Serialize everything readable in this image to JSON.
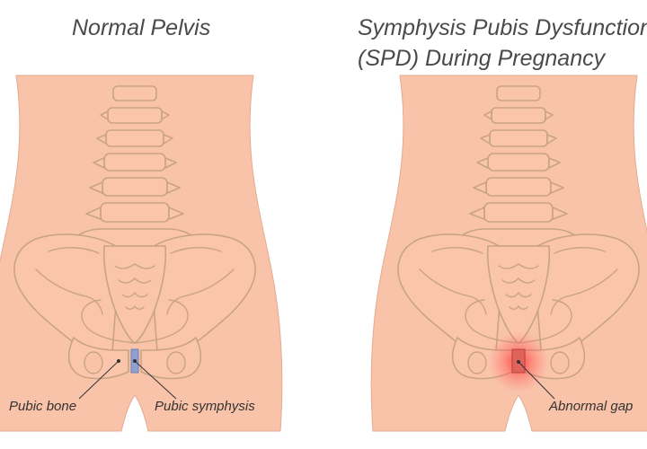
{
  "titles": {
    "left": "Normal Pelvis",
    "right_line1": "Symphysis Pubis Dysfunction",
    "right_line2": "(SPD) During Pregnancy"
  },
  "labels": {
    "pubic_bone": "Pubic bone",
    "pubic_symphysis": "Pubic symphysis",
    "abnormal_gap": "Abnormal gap"
  },
  "colors": {
    "skin": "#f9c3aa",
    "outline": "#c9a482",
    "bone_fill": "#fbc5ab",
    "symphysis_normal": "#8fa1d0",
    "gap_highlight": "#e8403c",
    "text": "#4a4a4a"
  }
}
